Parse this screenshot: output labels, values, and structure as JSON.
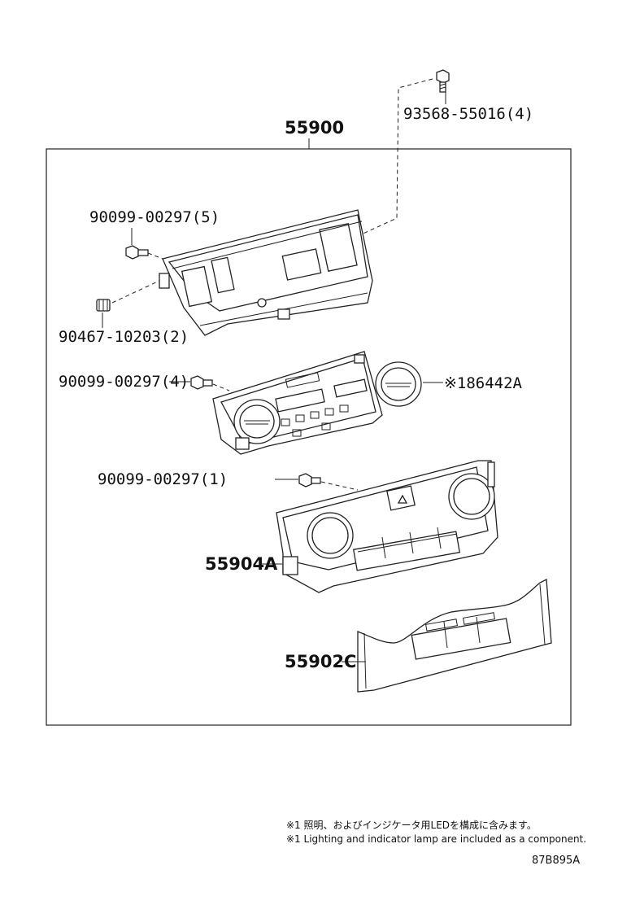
{
  "assembly": {
    "number": "55900"
  },
  "parts": {
    "screw_top": "93568-55016(4)",
    "screw_5": "90099-00297(5)",
    "pin_2": "90467-10203(2)",
    "screw_4": "90099-00297(4)",
    "lamp_assy": "※186442A",
    "screw_1": "90099-00297(1)",
    "control_panel": "55904A",
    "cover_plate": "55902C"
  },
  "notes": {
    "jp": "※1 照明、およびインジケータ用LEDを構成に含みます。",
    "en": "※1 Lighting and indicator lamp are included as a component."
  },
  "figure_code": "87B895A"
}
